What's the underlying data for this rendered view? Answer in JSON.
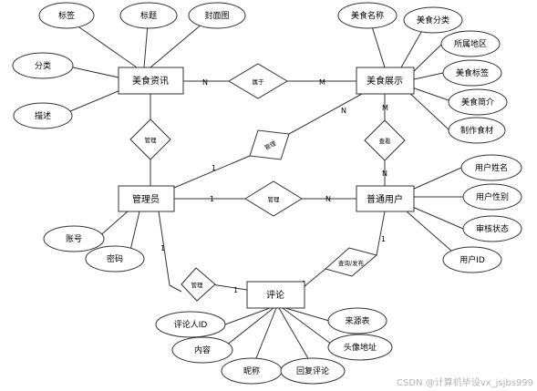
{
  "entities": {
    "food_info": "美食资讯",
    "food_show": "美食展示",
    "admin": "管理员",
    "user": "普通用户",
    "comment": "评论"
  },
  "relationships": {
    "belongs": "属于",
    "manage_info": "管理",
    "manage_show": "管理",
    "view": "查看",
    "manage_user": "管理",
    "manage_comment": "管理",
    "comment_post": "查询/发布"
  },
  "attributes": {
    "food_info": [
      "标签",
      "标题",
      "封面图",
      "分类",
      "描述"
    ],
    "food_show": [
      "美食名称",
      "美食分类",
      "所属地区",
      "美食标签",
      "美食简介",
      "制作食材"
    ],
    "admin": [
      "账号",
      "密码"
    ],
    "user": [
      "用户姓名",
      "用户性别",
      "审核状态",
      "用户ID"
    ],
    "comment": [
      "评论人ID",
      "内容",
      "昵称",
      "回复评论",
      "头像地址",
      "来源表"
    ]
  },
  "cardinality": {
    "info_belongs": "N",
    "show_belongs": "M",
    "admin_show_1": "1",
    "admin_show_n": "N",
    "show_view": "M",
    "user_view": "N",
    "admin_user_1": "1",
    "admin_user_n": "N",
    "admin_comment_1": "1",
    "comment_admin_1": "1",
    "comment_user_1": "1",
    "user_comment_1": "1"
  },
  "watermark": "CSDN @计算机毕设vx_jsjbs999"
}
